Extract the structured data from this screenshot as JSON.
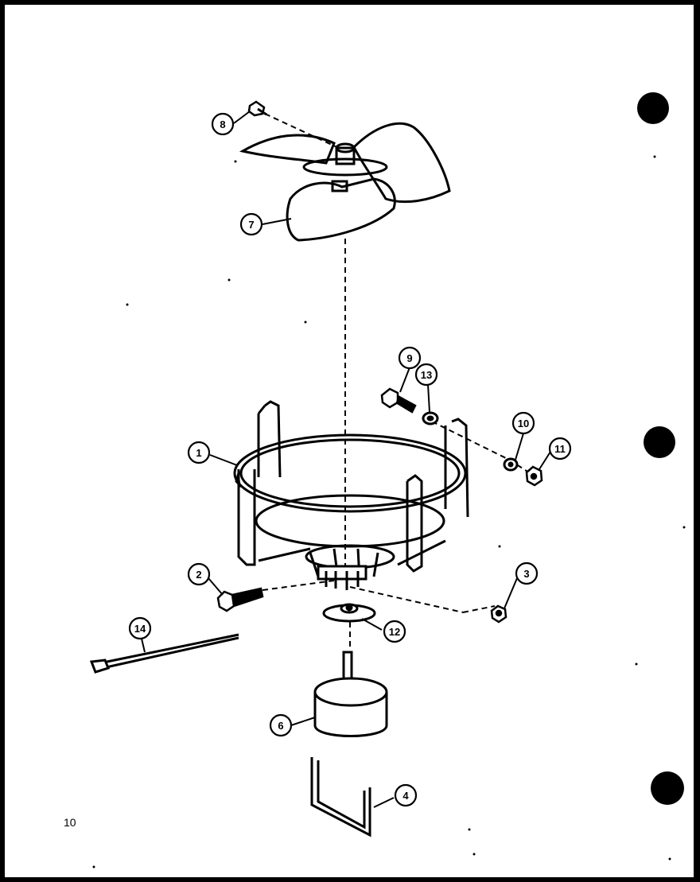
{
  "page_number": "10",
  "colors": {
    "ink": "#000000",
    "paper": "#ffffff",
    "border": "#000000"
  },
  "punch_holes": 3,
  "callouts": [
    {
      "id": "c8",
      "label": "8"
    },
    {
      "id": "c7",
      "label": "7"
    },
    {
      "id": "c9",
      "label": "9"
    },
    {
      "id": "c13",
      "label": "13"
    },
    {
      "id": "c10",
      "label": "10"
    },
    {
      "id": "c11",
      "label": "11"
    },
    {
      "id": "c1",
      "label": "1"
    },
    {
      "id": "c2",
      "label": "2"
    },
    {
      "id": "c3",
      "label": "3"
    },
    {
      "id": "c12",
      "label": "12"
    },
    {
      "id": "c14",
      "label": "14"
    },
    {
      "id": "c6",
      "label": "6"
    },
    {
      "id": "c4",
      "label": "4"
    }
  ]
}
